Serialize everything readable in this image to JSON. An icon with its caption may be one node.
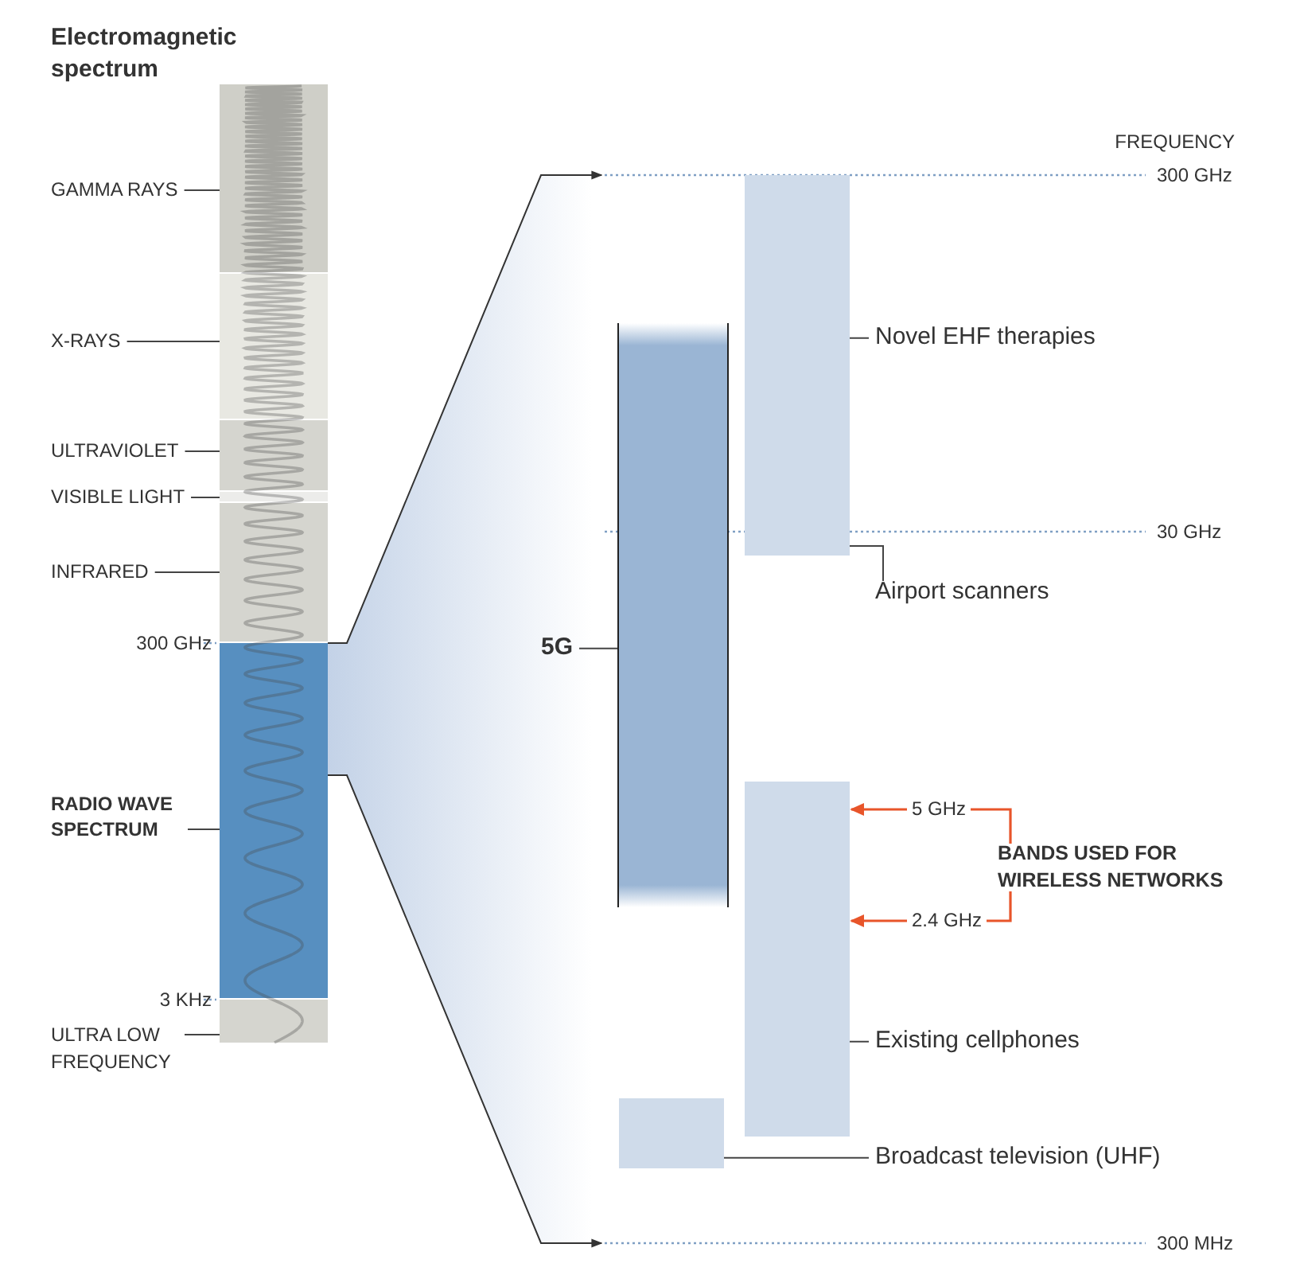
{
  "diagram": {
    "title": "Electromagnetic spectrum",
    "nodes": [
      {
        "text": [
          "GAMMA RAYS"
        ]
      },
      {
        "text": [],
        "shape": "bar"
      },
      {
        "text": [
          "X-RAYS"
        ]
      },
      {
        "text": [],
        "shape": "bar"
      },
      {
        "text": [
          "ULTRAVIOLET"
        ]
      },
      {
        "text": [],
        "shape": "bar"
      },
      {
        "text": [
          "VISIBLE LIGHT"
        ]
      },
      {
        "text": [],
        "shape": "bar"
      },
      {
        "text": [
          "INFRARED"
        ]
      },
      {
        "text": [],
        "shape": "bar"
      },
      {
        "text": [
          "RADIO WAVE SPECTRUM"
        ]
      },
      {
        "text": [],
        "shape": "bar"
      },
      {
        "text": [
          "ULTRA LOW FREQUENCY"
        ]
      },
      {
        "text": [],
        "shape": "bar"
      },
      {
        "text": [
          "5G"
        ]
      },
      {
        "text": [],
        "shape": "bar"
      },
      {
        "text": [],
        "shape": "bar"
      },
      {
        "text": [
          "Novel EHF therapies"
        ]
      },
      {
        "text": [
          "Airport scanners"
        ]
      },
      {
        "text": [],
        "shape": "bar"
      },
      {
        "text": [
          "Existing cellphones"
        ]
      },
      {
        "text": [],
        "shape": "bar"
      },
      {
        "text": [
          "Broadcast television (UHF)"
        ]
      },
      {
        "text": [
          "5 GHz"
        ]
      },
      {
        "text": [
          "2.4 GHz"
        ]
      },
      {
        "text": [
          "BANDS USED FOR WIRELESS NETWORKS"
        ]
      }
    ],
    "edges": [
      {
        "from": 0,
        "to": 1,
        "arrow": "none"
      },
      {
        "from": 2,
        "to": 3,
        "arrow": "none"
      },
      {
        "from": 4,
        "to": 5,
        "arrow": "none"
      },
      {
        "from": 6,
        "to": 7,
        "arrow": "none"
      },
      {
        "from": 8,
        "to": 9,
        "arrow": "none"
      },
      {
        "from": 10,
        "to": 11,
        "arrow": "none"
      },
      {
        "from": 12,
        "to": 13,
        "arrow": "none"
      },
      {
        "from": 14,
        "to": 15,
        "arrow": "none"
      },
      {
        "from": 17,
        "to": 16,
        "arrow": "none"
      },
      {
        "from": 18,
        "to": 16,
        "arrow": "none"
      },
      {
        "from": 20,
        "to": 19,
        "arrow": "none"
      },
      {
        "from": 22,
        "to": 21,
        "arrow": "none"
      },
      {
        "from": 23,
        "to": 19,
        "arrow": "to",
        "color": "#e8552a"
      },
      {
        "from": 24,
        "to": 19,
        "arrow": "to",
        "color": "#e8552a"
      },
      {
        "from": 25,
        "to": 23,
        "arrow": "none",
        "color": "#e8552a"
      },
      {
        "from": 25,
        "to": 24,
        "arrow": "none",
        "color": "#e8552a"
      },
      {
        "from": 11,
        "to": null,
        "arrow": "to"
      }
    ],
    "labels": [
      "300 GHz",
      "3 KHz",
      "FREQUENCY",
      "300 GHz",
      "30 GHz",
      "300 MHz"
    ]
  }
}
